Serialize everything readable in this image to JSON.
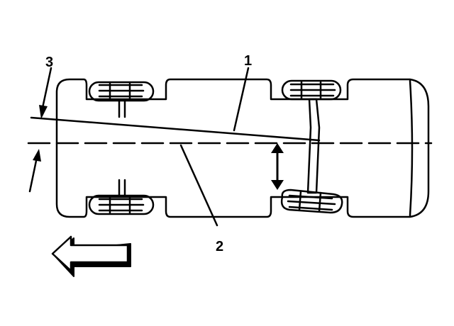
{
  "diagram": {
    "callouts": [
      {
        "id": "1",
        "label": "1"
      },
      {
        "id": "2",
        "label": "2"
      },
      {
        "id": "3",
        "label": "3"
      }
    ],
    "colors": {
      "ink": "#000000",
      "paper": "#ffffff"
    },
    "icons": {
      "direction_arrow": "arrow-left-hollow-icon",
      "dimension_arrow": "double-arrow-vertical-icon"
    }
  }
}
